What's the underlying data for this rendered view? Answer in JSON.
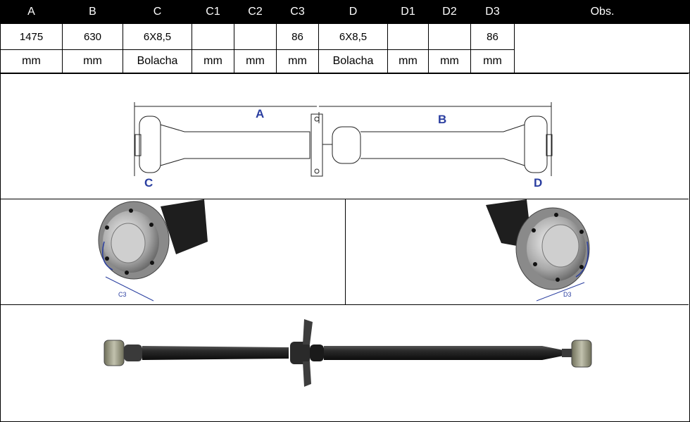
{
  "spec_table": {
    "headers": [
      "A",
      "B",
      "C",
      "C1",
      "C2",
      "C3",
      "D",
      "D1",
      "D2",
      "D3",
      "Obs."
    ],
    "values": [
      "1475",
      "630",
      "6X8,5",
      "",
      "",
      "86",
      "6X8,5",
      "",
      "",
      "86"
    ],
    "units": [
      "mm",
      "mm",
      "Bolacha",
      "mm",
      "mm",
      "mm",
      "Bolacha",
      "mm",
      "mm",
      "mm"
    ]
  },
  "diagram": {
    "label_a": "A",
    "label_b": "B",
    "label_c": "C",
    "label_d": "D"
  },
  "photos": {
    "left_label": "C3",
    "right_label": "D3"
  },
  "colors": {
    "dimension_label": "#2a3ea0",
    "header_bg": "#000000",
    "shaft_dark": "#1a1a1a"
  }
}
